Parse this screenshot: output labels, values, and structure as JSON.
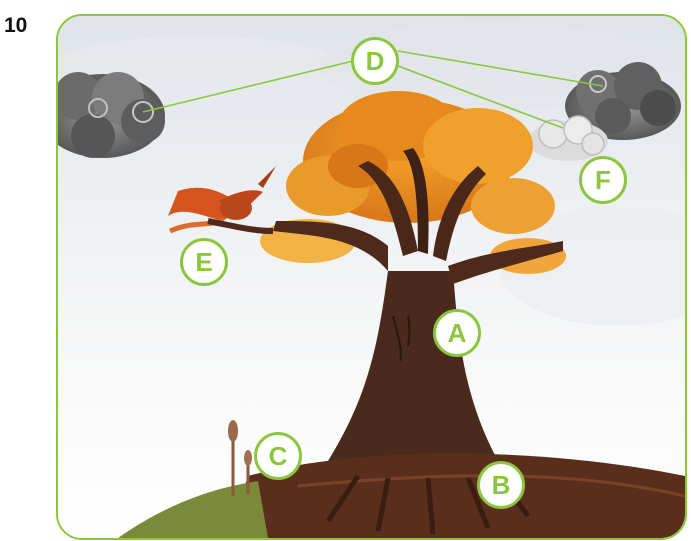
{
  "page_number": "10",
  "colors": {
    "accent": "#8cc63f",
    "trunk": "#4a2a1c",
    "foliage": "#e08a1c",
    "sky": "#eef0f2",
    "ground": "#5a2e1c"
  },
  "labels": {
    "a": "A",
    "b": "B",
    "c": "C",
    "d": "D",
    "e": "E",
    "f": "F"
  }
}
